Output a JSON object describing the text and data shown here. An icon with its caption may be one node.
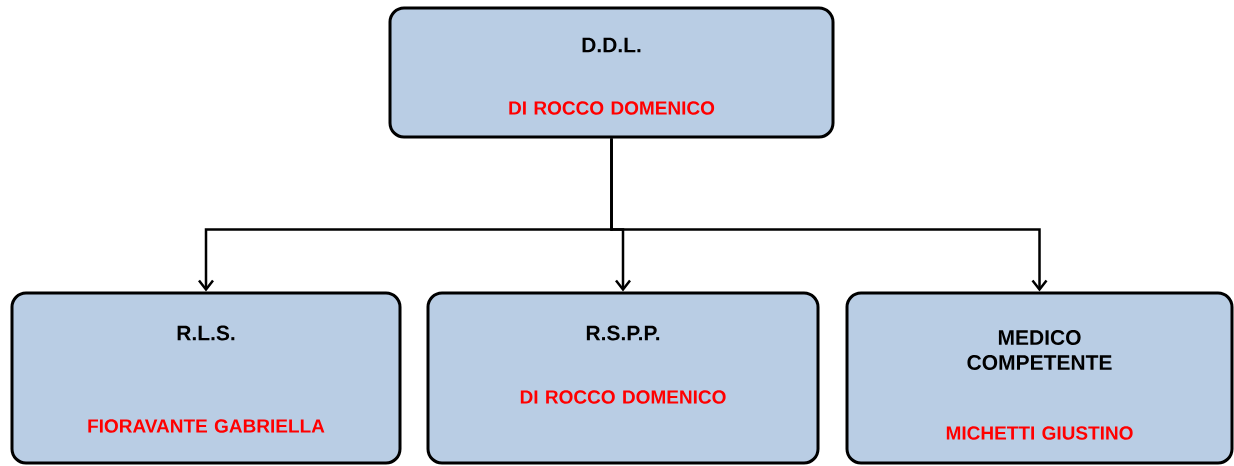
{
  "diagram": {
    "nodes": [
      {
        "text": [
          "D.D.L.",
          "DI ROCCO DOMENICO"
        ]
      },
      {
        "text": [
          "R.L.S.",
          "FIORAVANTE GABRIELLA"
        ]
      },
      {
        "text": [
          "R.S.P.P.",
          "DI ROCCO DOMENICO"
        ]
      },
      {
        "text": [
          "MEDICO COMPETENTE",
          "MICHETTI GIUSTINO"
        ]
      }
    ],
    "edges": [
      {
        "from": 0,
        "to": 1,
        "arrow": "to"
      },
      {
        "from": 0,
        "to": 2,
        "arrow": "to"
      },
      {
        "from": 0,
        "to": 3,
        "arrow": "to"
      }
    ]
  }
}
